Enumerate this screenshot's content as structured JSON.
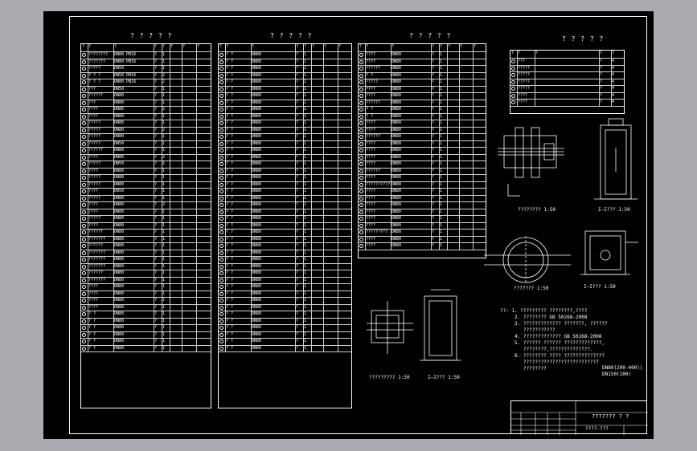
{
  "drawing": {
    "colors": {
      "background": "#000000",
      "lines": "#ffffff",
      "gutter": "#a9abae"
    },
    "tables": [
      {
        "title": "? ? ? ? ?",
        "headers": [
          "?",
          "?",
          "?",
          "?",
          "?",
          "?",
          "?",
          "?",
          "?"
        ],
        "rows": [
          [
            "????????",
            "DN80 PN16",
            "?",
            "1",
            "",
            "",
            ""
          ],
          [
            "???????",
            "DN80 PN16",
            "?",
            "1",
            "",
            "",
            ""
          ],
          [
            "?????",
            "DN50",
            "?",
            "1",
            "",
            "",
            ""
          ],
          [
            "? ? ?",
            "DN50 PN16",
            "?",
            "2",
            "",
            "",
            ""
          ],
          [
            "? ? ?",
            "DN80 PN16",
            "?",
            "2",
            "",
            "",
            ""
          ],
          [
            "???",
            "DN50",
            "?",
            "1",
            "",
            "",
            ""
          ],
          [
            "??????",
            "DN80",
            "?",
            "1",
            "",
            "",
            ""
          ],
          [
            "???",
            "DN80",
            "?",
            "1",
            "",
            "",
            ""
          ],
          [
            "????",
            "DN80",
            "?",
            "2",
            "",
            "",
            ""
          ],
          [
            "????",
            "DN80",
            "?",
            "1",
            "",
            "",
            ""
          ],
          [
            "?????",
            "DN80",
            "?",
            "1",
            "",
            "",
            ""
          ],
          [
            "?????",
            "DN80",
            "?",
            "2",
            "",
            "",
            ""
          ],
          [
            "?????",
            "DN80",
            "?",
            "1",
            "",
            "",
            ""
          ],
          [
            "?????",
            "DN50",
            "?",
            "1",
            "",
            "",
            ""
          ],
          [
            "??????",
            "DN80",
            "?",
            "1",
            "",
            "",
            ""
          ],
          [
            "????",
            "DN80",
            "?",
            "2",
            "",
            "",
            ""
          ],
          [
            "?????",
            "DN50",
            "?",
            "1",
            "",
            "",
            ""
          ],
          [
            "????",
            "DN80",
            "?",
            "1",
            "",
            "",
            ""
          ],
          [
            "?????",
            "DN80",
            "?",
            "1",
            "",
            "",
            ""
          ],
          [
            "?????",
            "DN80",
            "?",
            "1",
            "",
            "",
            ""
          ],
          [
            "????",
            "DN50",
            "?",
            "1",
            "",
            "",
            ""
          ],
          [
            "?????",
            "DN80",
            "?",
            "1",
            "",
            "",
            ""
          ],
          [
            "????",
            "DN80",
            "?",
            "2",
            "",
            "",
            ""
          ],
          [
            "????",
            "DN80",
            "?",
            "1",
            "",
            "",
            ""
          ],
          [
            "?????",
            "DN80",
            "?",
            "1",
            "",
            "",
            ""
          ],
          [
            "????",
            "DN80",
            "?",
            "1",
            "",
            "",
            ""
          ],
          [
            "??????",
            "DN80",
            "?",
            "1",
            "",
            "",
            ""
          ],
          [
            "???????",
            "DN80",
            "?",
            "1",
            "",
            "",
            ""
          ],
          [
            "??????",
            "DN80",
            "?",
            "1",
            "",
            "",
            ""
          ],
          [
            "???????",
            "DN80",
            "?",
            "1",
            "",
            "",
            ""
          ],
          [
            "???????",
            "DN80",
            "?",
            "1",
            "",
            "",
            ""
          ],
          [
            "???????",
            "DN80",
            "?",
            "1",
            "",
            "",
            ""
          ],
          [
            "??????",
            "DN80",
            "?",
            "1",
            "",
            "",
            ""
          ],
          [
            "???????",
            "DN80",
            "?",
            "1",
            "",
            "",
            ""
          ],
          [
            "????",
            "DN80",
            "?",
            "1",
            "",
            "",
            ""
          ],
          [
            "????",
            "DN80",
            "?",
            "1",
            "",
            "",
            ""
          ],
          [
            "????",
            "DN80",
            "?",
            "1",
            "",
            "",
            ""
          ],
          [
            "????",
            "DN80",
            "?",
            "1",
            "",
            "",
            ""
          ],
          [
            "? ?",
            "DN80",
            "?",
            "1",
            "",
            "",
            ""
          ],
          [
            "? ?",
            "DN80",
            "?",
            "1",
            "",
            "",
            ""
          ],
          [
            "? ?",
            "DN80",
            "?",
            "1",
            "",
            "",
            ""
          ],
          [
            "? ?",
            "DN80",
            "?",
            "1",
            "",
            "",
            ""
          ],
          [
            "? ?",
            "DN80",
            "?",
            "1",
            "",
            "",
            ""
          ],
          [
            "? ?",
            "DN80",
            "?",
            "1",
            "",
            "",
            ""
          ]
        ]
      },
      {
        "title": "? ? ? ? ?",
        "headers": [
          "?",
          "?",
          "?",
          "?",
          "?",
          "?",
          "?",
          "?",
          "?"
        ],
        "rows": [
          [
            "? ?",
            "DN80",
            "?",
            "1",
            "",
            "",
            ""
          ],
          [
            "? ?",
            "DN80",
            "?",
            "1",
            "",
            "",
            ""
          ],
          [
            "? ?",
            "DN80",
            "?",
            "1",
            "",
            "",
            ""
          ],
          [
            "? ?",
            "DN80",
            "?",
            "1",
            "",
            "",
            ""
          ],
          [
            "? ?",
            "DN80",
            "?",
            "1",
            "",
            "",
            ""
          ],
          [
            "? ?",
            "DN80",
            "?",
            "1",
            "",
            "",
            ""
          ],
          [
            "? ?",
            "DN80",
            "?",
            "1",
            "",
            "",
            ""
          ],
          [
            "? ?",
            "DN80",
            "?",
            "1",
            "",
            "",
            ""
          ],
          [
            "? ?",
            "DN80",
            "?",
            "1",
            "",
            "",
            ""
          ],
          [
            "? ?",
            "DN80",
            "?",
            "1",
            "",
            "",
            ""
          ],
          [
            "? ?",
            "DN80",
            "?",
            "1",
            "",
            "",
            ""
          ],
          [
            "? ?",
            "DN80",
            "?",
            "1",
            "",
            "",
            ""
          ],
          [
            "? ?",
            "DN80",
            "?",
            "1",
            "",
            "",
            ""
          ],
          [
            "? ?",
            "DN80",
            "?",
            "1",
            "",
            "",
            ""
          ],
          [
            "? ?",
            "DN80",
            "?",
            "1",
            "",
            "",
            ""
          ],
          [
            "? ?",
            "DN80",
            "?",
            "1",
            "",
            "",
            ""
          ],
          [
            "? ?",
            "DN80",
            "?",
            "1",
            "",
            "",
            ""
          ],
          [
            "? ?",
            "DN80",
            "?",
            "1",
            "",
            "",
            ""
          ],
          [
            "? ?",
            "DN80",
            "?",
            "1",
            "",
            "",
            ""
          ],
          [
            "? ?",
            "DN80",
            "?",
            "1",
            "",
            "",
            ""
          ],
          [
            "? ?",
            "DN80",
            "?",
            "1",
            "",
            "",
            ""
          ],
          [
            "? ?",
            "DN80",
            "?",
            "1",
            "",
            "",
            ""
          ],
          [
            "? ?",
            "DN80",
            "?",
            "1",
            "",
            "",
            ""
          ],
          [
            "? ?",
            "DN80",
            "?",
            "1",
            "",
            "",
            ""
          ],
          [
            "? ?",
            "DN80",
            "?",
            "1",
            "",
            "",
            ""
          ],
          [
            "? ?",
            "DN80",
            "?",
            "1",
            "",
            "",
            ""
          ],
          [
            "? ?",
            "DN80",
            "?",
            "1",
            "",
            "",
            ""
          ],
          [
            "? ?",
            "DN80",
            "?",
            "1",
            "",
            "",
            ""
          ],
          [
            "? ?",
            "DN80",
            "?",
            "1",
            "",
            "",
            ""
          ],
          [
            "? ?",
            "DN80",
            "?",
            "1",
            "",
            "",
            ""
          ],
          [
            "? ?",
            "DN80",
            "?",
            "1",
            "",
            "",
            ""
          ],
          [
            "? ?",
            "DN80",
            "?",
            "1",
            "",
            "",
            ""
          ],
          [
            "? ?",
            "DN80",
            "?",
            "1",
            "",
            "",
            ""
          ],
          [
            "? ?",
            "DN80",
            "?",
            "1",
            "",
            "",
            ""
          ],
          [
            "? ?",
            "DN80",
            "?",
            "1",
            "",
            "",
            ""
          ],
          [
            "? ?",
            "DN80",
            "?",
            "1",
            "",
            "",
            ""
          ],
          [
            "? ?",
            "DN80",
            "?",
            "1",
            "",
            "",
            ""
          ],
          [
            "? ?",
            "DN80",
            "?",
            "1",
            "",
            "",
            ""
          ],
          [
            "? ?",
            "DN80",
            "?",
            "1",
            "",
            "",
            ""
          ],
          [
            "? ?",
            "DN80",
            "?",
            "1",
            "",
            "",
            ""
          ],
          [
            "? ?",
            "DN80",
            "?",
            "1",
            "",
            "",
            ""
          ],
          [
            "? ?",
            "DN80",
            "?",
            "1",
            "",
            "",
            ""
          ],
          [
            "? ?",
            "DN80",
            "?",
            "1",
            "",
            "",
            ""
          ],
          [
            "? ?",
            "DN80",
            "?",
            "1",
            "",
            "",
            ""
          ]
        ]
      },
      {
        "title": "? ? ? ? ?",
        "headers": [
          "?",
          "?",
          "?",
          "?",
          "?",
          "?",
          "?",
          "?",
          "?"
        ],
        "rows": [
          [
            "????",
            "DN80",
            "?",
            "1",
            "",
            "",
            ""
          ],
          [
            "????",
            "DN80",
            "?",
            "1",
            "",
            "",
            ""
          ],
          [
            "??????",
            "DN80",
            "?",
            "1",
            "",
            "",
            ""
          ],
          [
            "? ?",
            "DN80",
            "?",
            "1",
            "",
            "",
            ""
          ],
          [
            "?????",
            "DN80",
            "?",
            "1",
            "",
            "",
            ""
          ],
          [
            "????",
            "DN80",
            "?",
            "1",
            "",
            "",
            ""
          ],
          [
            "????",
            "DN80",
            "?",
            "1",
            "",
            "",
            ""
          ],
          [
            "??????",
            "DN80",
            "?",
            "1",
            "",
            "",
            ""
          ],
          [
            "? ?",
            "DN80",
            "?",
            "1",
            "",
            "",
            ""
          ],
          [
            "? ?",
            "DN80",
            "?",
            "1",
            "",
            "",
            ""
          ],
          [
            "????",
            "DN80",
            "?",
            "1",
            "",
            "",
            ""
          ],
          [
            "????",
            "DN80",
            "?",
            "1",
            "",
            "",
            ""
          ],
          [
            "??????",
            "DN80",
            "?",
            "1",
            "",
            "",
            ""
          ],
          [
            "????",
            "DN80",
            "?",
            "1",
            "",
            "",
            ""
          ],
          [
            "????",
            "DN80",
            "?",
            "1",
            "",
            "",
            ""
          ],
          [
            "????",
            "DN80",
            "?",
            "1",
            "",
            "",
            ""
          ],
          [
            "????",
            "DN80",
            "?",
            "1",
            "",
            "",
            ""
          ],
          [
            "??????",
            "DN80",
            "?",
            "1",
            "",
            "",
            ""
          ],
          [
            "????",
            "DN80",
            "?",
            "1",
            "",
            "",
            ""
          ],
          [
            "??????????",
            "DN80",
            "?",
            "1",
            "",
            "",
            ""
          ],
          [
            "????",
            "DN80",
            "?",
            "1",
            "",
            "",
            ""
          ],
          [
            "????",
            "DN80",
            "?",
            "1",
            "",
            "",
            ""
          ],
          [
            "????",
            "DN80",
            "?",
            "1",
            "",
            "",
            ""
          ],
          [
            "????",
            "DN80",
            "?",
            "1",
            "",
            "",
            ""
          ],
          [
            "????",
            "DN80",
            "?",
            "1",
            "",
            "",
            ""
          ],
          [
            "????",
            "DN80",
            "?",
            "1",
            "",
            "",
            ""
          ],
          [
            "?????????",
            "DN80",
            "?",
            "1",
            "",
            "",
            ""
          ],
          [
            "????",
            "DN80",
            "?",
            "1",
            "",
            "",
            ""
          ],
          [
            "????",
            "DN80",
            "?",
            "1",
            "",
            "",
            ""
          ]
        ]
      },
      {
        "title": "? ? ? ? ?",
        "headers": [
          "?",
          "?",
          "?",
          "?",
          "?"
        ],
        "rows": [
          [
            "???",
            "",
            "?",
            "4"
          ],
          [
            "?????",
            "",
            "?",
            "4"
          ],
          [
            "?????",
            "",
            "?",
            "4"
          ],
          [
            "?????",
            "",
            "?",
            "4"
          ],
          [
            "?????",
            "",
            "?",
            "4"
          ],
          [
            "????",
            "",
            "?",
            "4"
          ],
          [
            "????",
            "",
            "?",
            "4"
          ]
        ]
      }
    ],
    "captions": {
      "plan_a": "???????? 1:50",
      "section_a": "I—I??? 1:50",
      "plan_b": "??????? 1:50",
      "section_b": "I—I??? 1:50",
      "plan_c": "????????? 1:50",
      "section_c": "I—I??? 1:50"
    },
    "notes": [
      "??: 1. ????????? ????????,????",
      "     2. ???????? GB 50268-2008",
      "     3. ????????????? ???????, ??????",
      "        ???????????",
      "     4. ????????????? GB 50268-2008",
      "     5. ?????? ?????? ?????????????,",
      "        ????????,??????????????.",
      "     6. ???????? ???? ??????????????",
      "        ??????????????????????????",
      "        ????????"
    ],
    "side_note": "DN80(200-400)|\nDN150(100)",
    "title_block": {
      "title": "???????  ? ?",
      "subtitle": "????-???"
    }
  }
}
